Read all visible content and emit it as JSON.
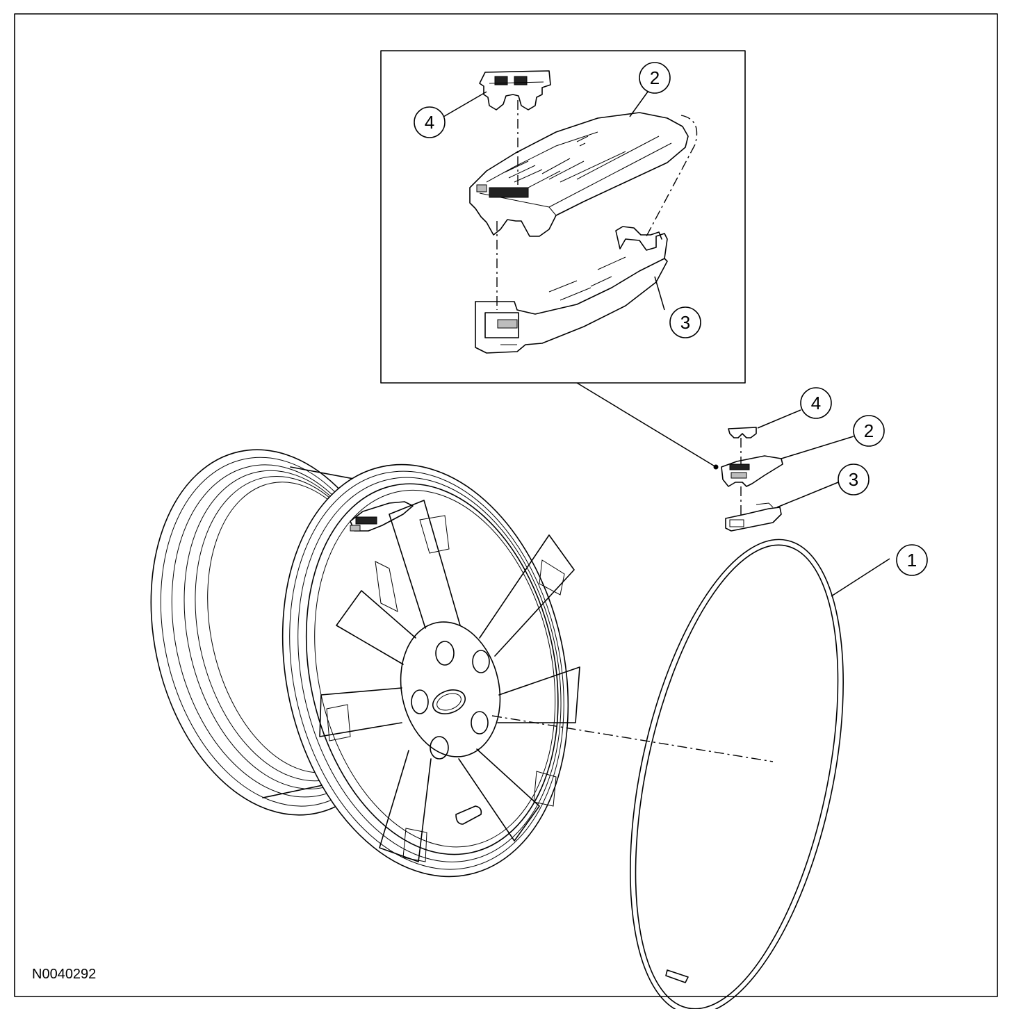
{
  "figure": {
    "id": "N0040292"
  },
  "callouts": [
    {
      "key": "1",
      "label": "1"
    },
    {
      "key": "2",
      "label": "2"
    },
    {
      "key": "3",
      "label": "3"
    },
    {
      "key": "4",
      "label": "4"
    }
  ],
  "colors": {
    "line": "#000000",
    "background": "#ffffff"
  }
}
